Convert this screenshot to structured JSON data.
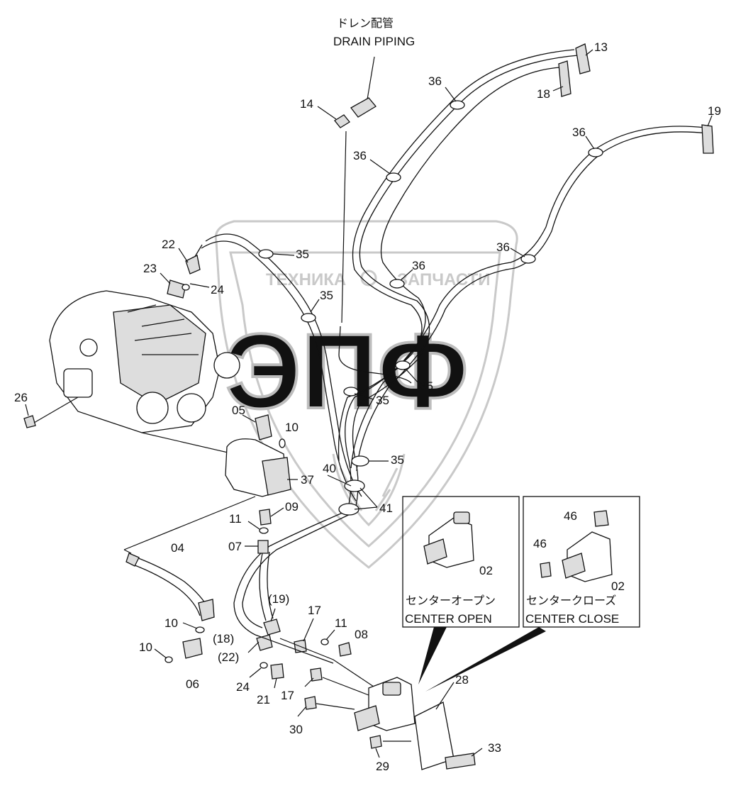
{
  "drain": {
    "jp": "ドレン配管",
    "en": "DRAIN PIPING"
  },
  "watermark": {
    "left": "ТЕХНИКА",
    "right": "ЗАПЧАСТИ",
    "big": "ЭПФ"
  },
  "variants": {
    "open": {
      "jp": "センターオープン",
      "en": "CENTER OPEN",
      "part": "02"
    },
    "close": {
      "jp": "センタークローズ",
      "en": "CENTER CLOSE",
      "part": "02",
      "sub_a": "46",
      "sub_b": "46"
    }
  },
  "labels": {
    "l13": "13",
    "l18": "18",
    "l19": "19",
    "l14": "14",
    "l36a": "36",
    "l36b": "36",
    "l36c": "36",
    "l36d": "36",
    "l36e": "36",
    "l35a": "35",
    "l35b": "35",
    "l35c": "35",
    "l35d": "35",
    "l35e": "35",
    "l22": "22",
    "l23": "23",
    "l24a": "24",
    "l26": "26",
    "l05": "05",
    "l10a": "10",
    "l37": "37",
    "l40": "40",
    "l41": "41",
    "l09": "09",
    "l11a": "11",
    "l07": "07",
    "l04": "04",
    "l10b": "10",
    "l10c": "10",
    "l06": "06",
    "l19p": "(19)",
    "l18p": "(18)",
    "l22p": "(22)",
    "l17a": "17",
    "l11b": "11",
    "l08": "08",
    "l24b": "24",
    "l21": "21",
    "l17b": "17",
    "l30": "30",
    "l28": "28",
    "l33": "33",
    "l29": "29"
  }
}
